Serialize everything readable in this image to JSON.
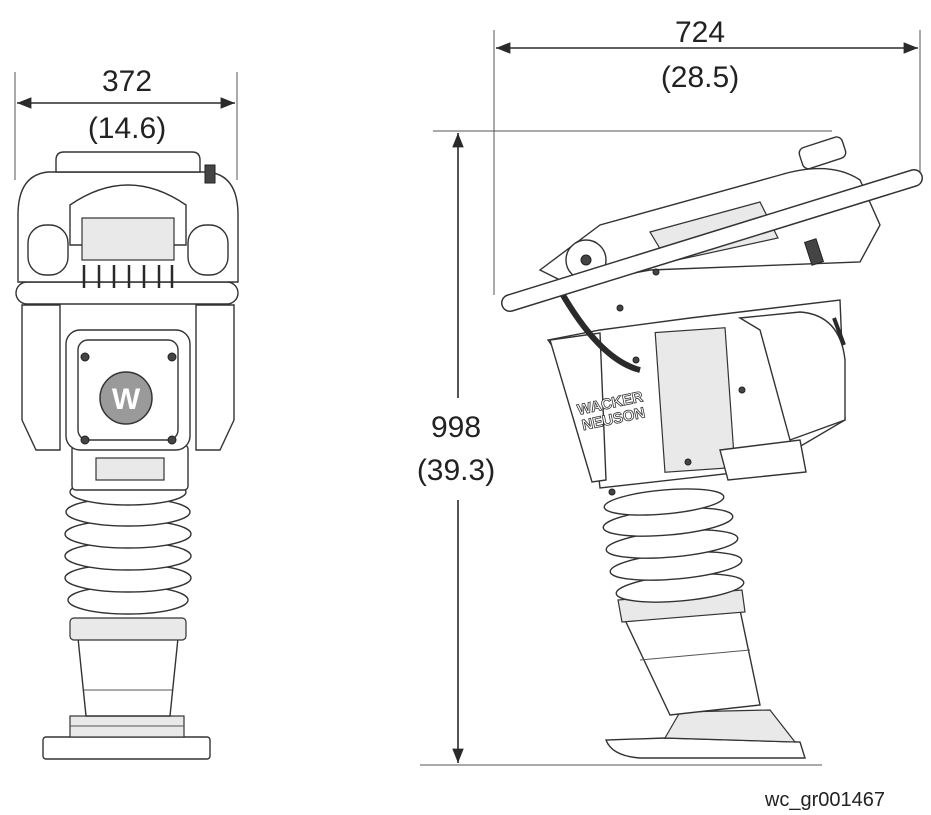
{
  "dimensions": {
    "front_width": {
      "mm": "372",
      "inch": "(14.6)"
    },
    "side_length": {
      "mm": "724",
      "inch": "(28.5)"
    },
    "side_height": {
      "mm": "998",
      "inch": "(39.3)"
    }
  },
  "brand": {
    "logo_letter": "W",
    "side_label_line1": "WACKER",
    "side_label_line2": "NEUSON"
  },
  "figure_ref": "wc_gr001467",
  "colors": {
    "line": "#2a2a2a",
    "fill_light": "#e9e9e9",
    "logo": "#9a9a9a"
  }
}
